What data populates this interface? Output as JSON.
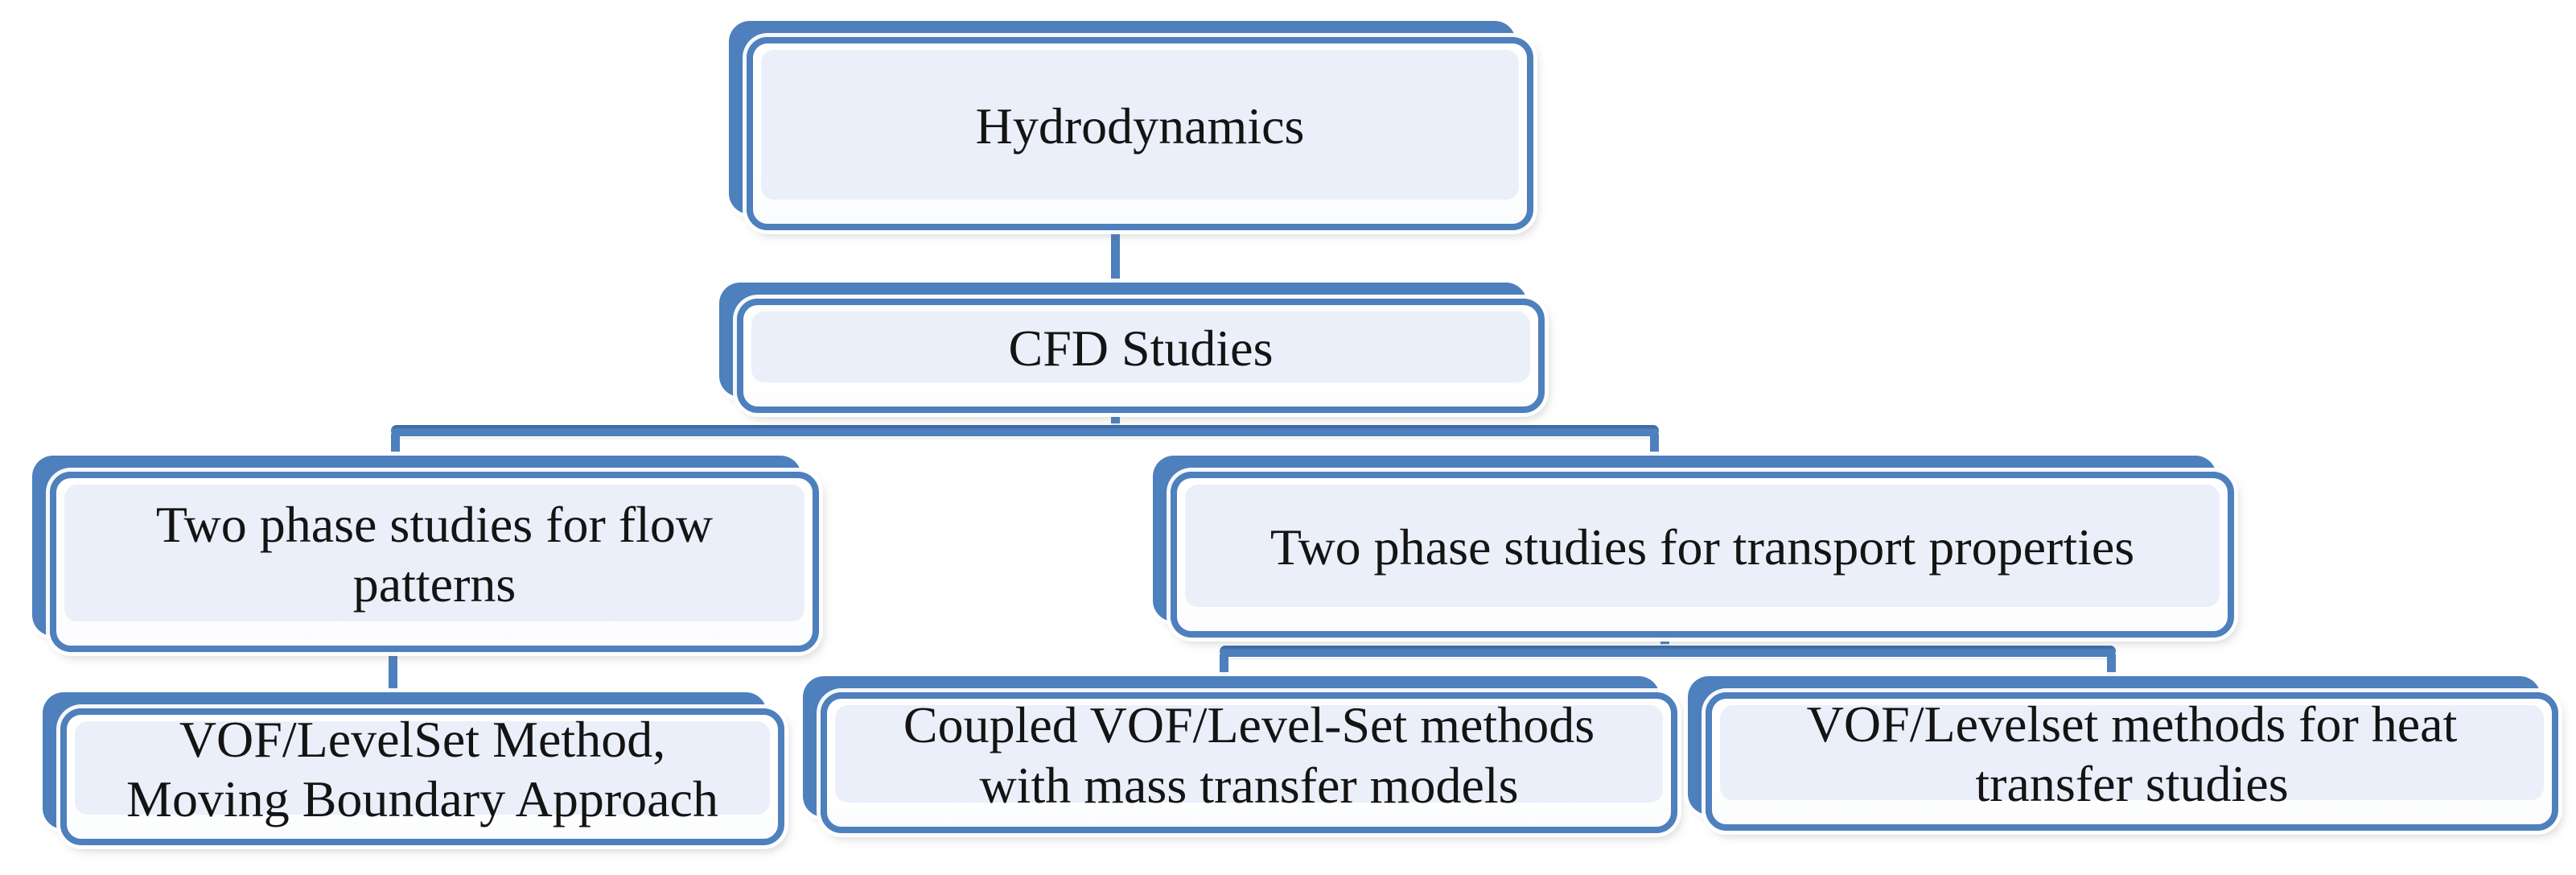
{
  "diagram": {
    "type": "hierarchy-flowchart",
    "colors": {
      "accent": "#4d80bd",
      "accent_dark": "#3f6ba6",
      "panel_fill": "#eaeff9",
      "text": "#141414"
    },
    "nodes": {
      "hydrodynamics": {
        "label": "Hydrodynamics"
      },
      "cfd_studies": {
        "label": "CFD Studies"
      },
      "flow_patterns": {
        "label": "Two phase studies for flow\npatterns"
      },
      "transport_properties": {
        "label": "Two phase studies for transport properties"
      },
      "vof_levelset_moving_boundary": {
        "label": "VOF/LevelSet Method,\nMoving Boundary Approach"
      },
      "coupled_vof_mass_transfer": {
        "label": "Coupled VOF/Level-Set methods\nwith mass transfer models"
      },
      "vof_levelset_heat_transfer": {
        "label": "VOF/Levelset methods for heat\ntransfer studies"
      }
    },
    "edges": [
      {
        "from": "hydrodynamics",
        "to": "cfd_studies"
      },
      {
        "from": "cfd_studies",
        "to": "flow_patterns"
      },
      {
        "from": "cfd_studies",
        "to": "transport_properties"
      },
      {
        "from": "flow_patterns",
        "to": "vof_levelset_moving_boundary"
      },
      {
        "from": "transport_properties",
        "to": "coupled_vof_mass_transfer"
      },
      {
        "from": "transport_properties",
        "to": "vof_levelset_heat_transfer"
      }
    ]
  }
}
